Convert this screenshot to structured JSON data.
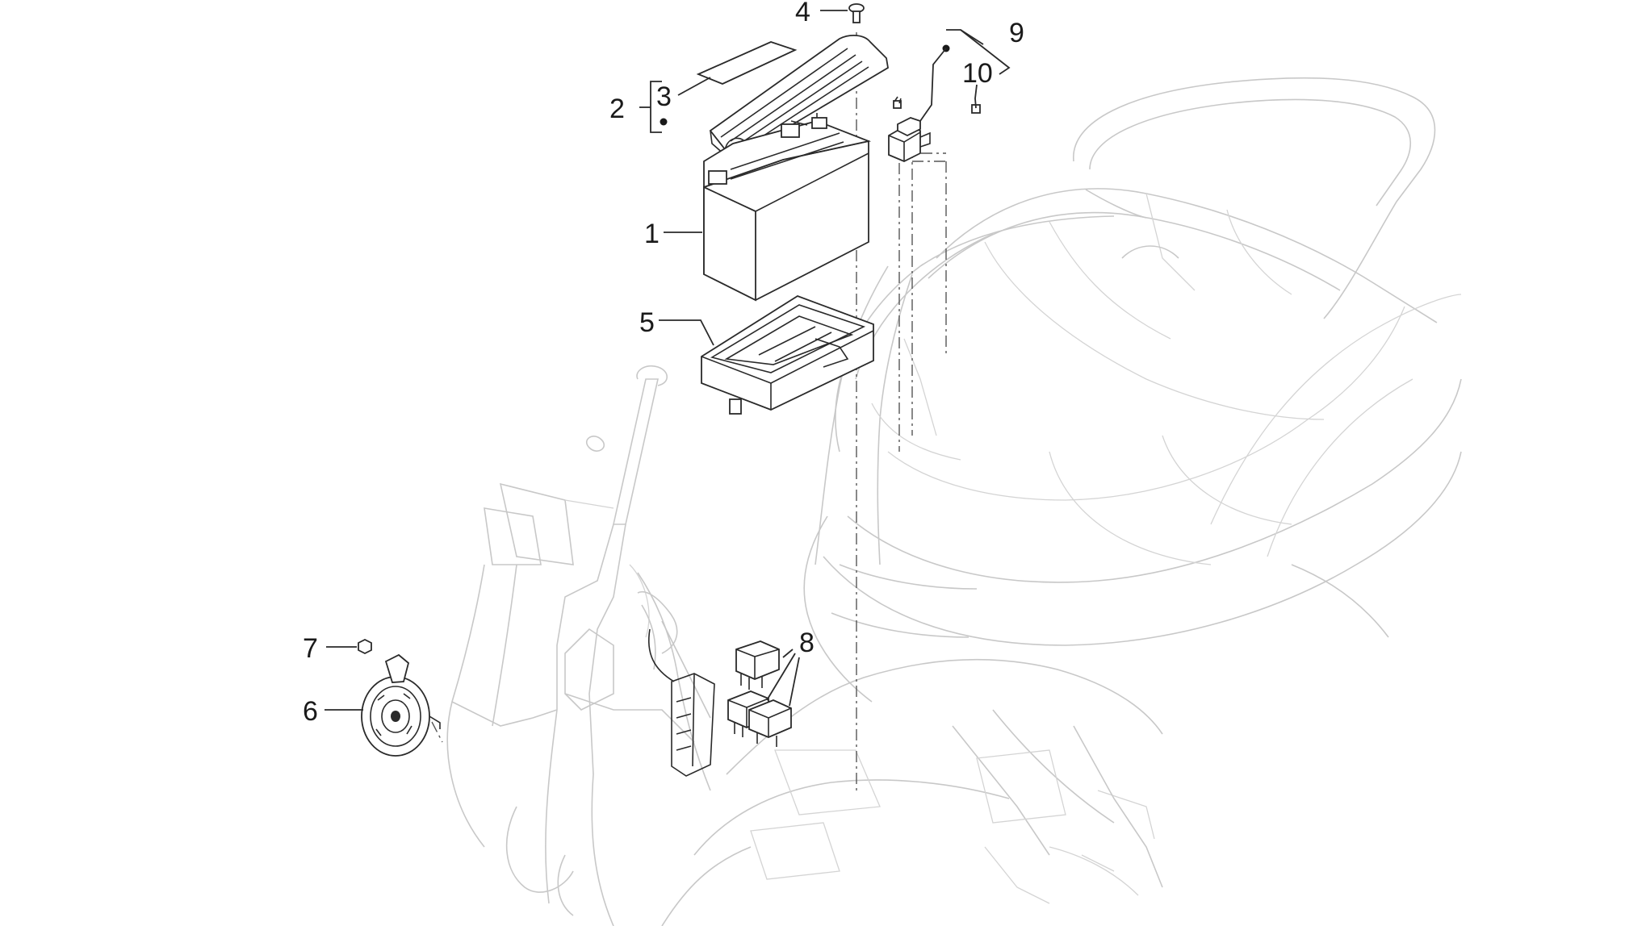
{
  "diagram": {
    "callouts": [
      {
        "number": "1",
        "meaning": "battery"
      },
      {
        "number": "2",
        "meaning": "battery strap group"
      },
      {
        "number": "3",
        "meaning": "strap pad"
      },
      {
        "number": "4",
        "meaning": "screw"
      },
      {
        "number": "5",
        "meaning": "battery tray"
      },
      {
        "number": "6",
        "meaning": "horn"
      },
      {
        "number": "7",
        "meaning": "nut"
      },
      {
        "number": "8",
        "meaning": "relays"
      },
      {
        "number": "9",
        "meaning": "starter relay group"
      },
      {
        "number": "10",
        "meaning": "fuse"
      }
    ],
    "colors": {
      "line": "#2a2a2a",
      "ghost": "#c8c8c8",
      "background": "#ffffff"
    }
  }
}
